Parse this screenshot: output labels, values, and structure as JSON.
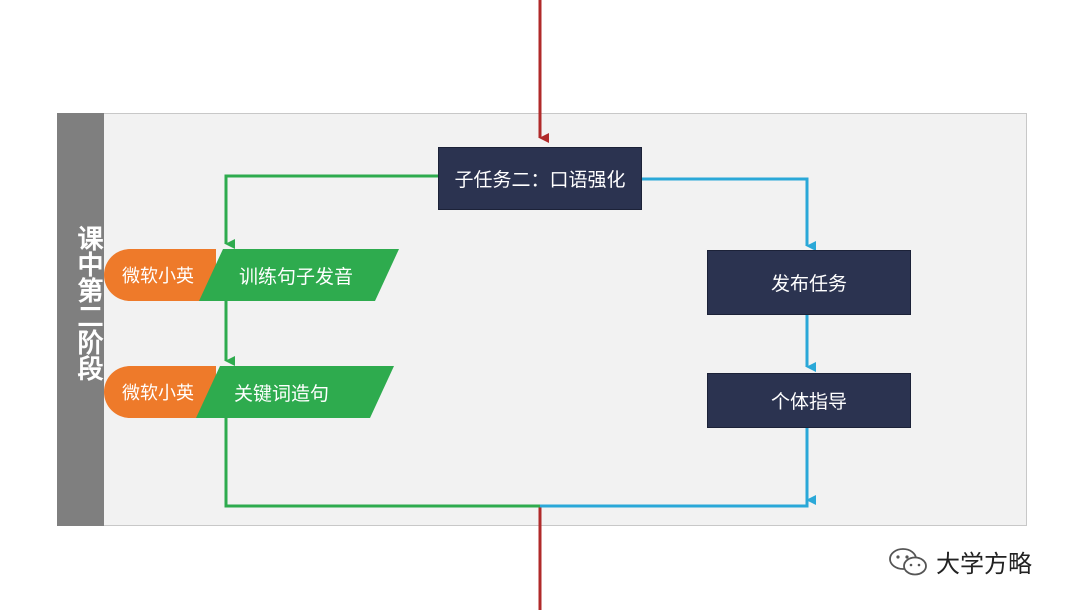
{
  "stage_label": "课中第二阶段",
  "subtask_title": "子任务二：口语强化",
  "student_activities": [
    {
      "tool": "微软小英",
      "activity": "训练句子发音"
    },
    {
      "tool": "微软小英",
      "activity": "关键词造句"
    }
  ],
  "teacher_activities": [
    "发布任务",
    "个体指导"
  ],
  "watermark": "大学方略",
  "colors": {
    "timeline": "#b02a2a",
    "student_path": "#2eab4e",
    "teacher_path": "#2aa8d8",
    "navy": "#2b3350",
    "tool_orange": "#ee7a2a",
    "stage_bar": "#7f7f7f"
  }
}
